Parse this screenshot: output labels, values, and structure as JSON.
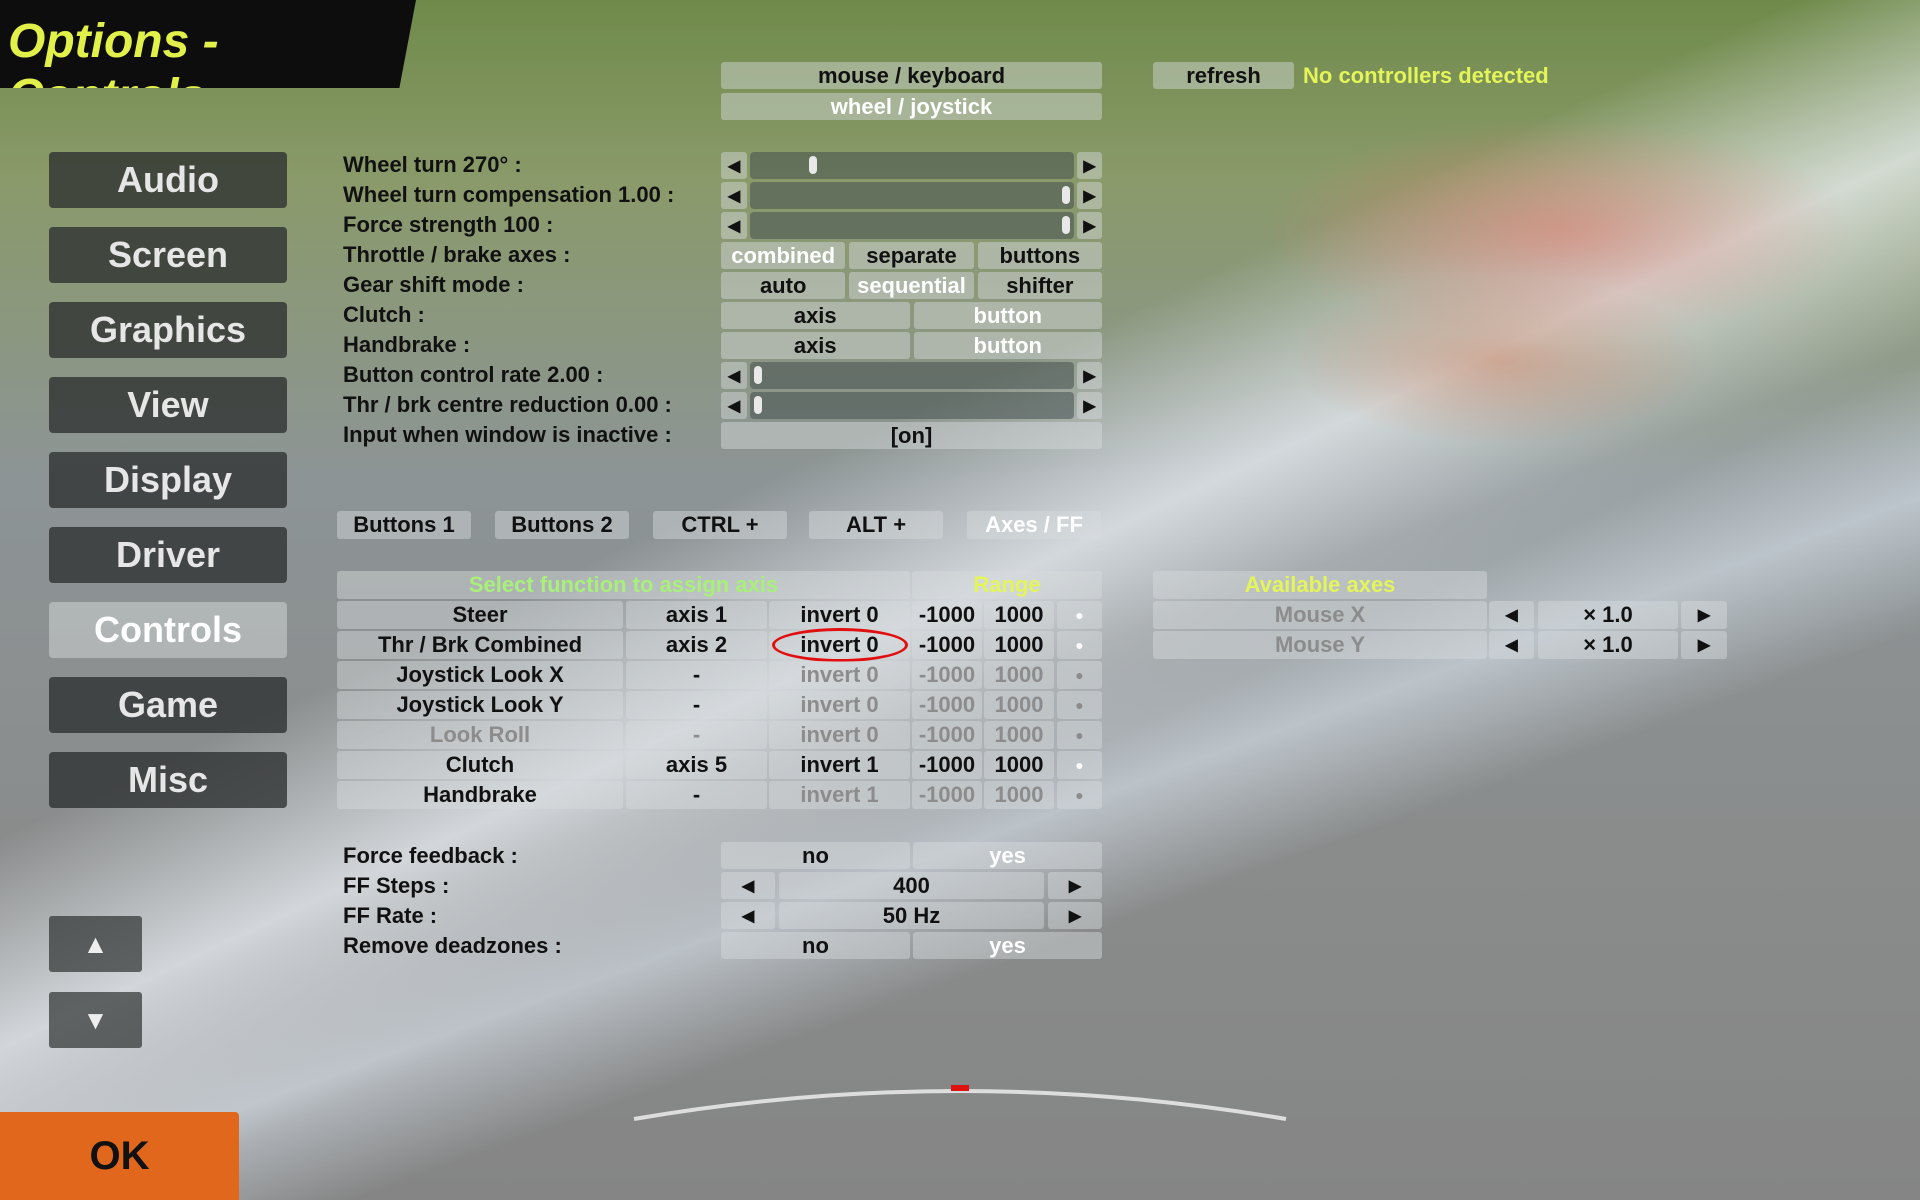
{
  "title": "Options - Controls",
  "sidebar": {
    "items": [
      {
        "label": "Audio"
      },
      {
        "label": "Screen"
      },
      {
        "label": "Graphics"
      },
      {
        "label": "View"
      },
      {
        "label": "Display"
      },
      {
        "label": "Driver"
      },
      {
        "label": "Controls",
        "active": true
      },
      {
        "label": "Game"
      },
      {
        "label": "Misc"
      }
    ],
    "up": "▲",
    "down": "▼",
    "ok": "OK"
  },
  "device": {
    "mouse_keyboard": "mouse / keyboard",
    "wheel_joystick": "wheel / joystick",
    "refresh": "refresh",
    "status": "No controllers detected"
  },
  "settings": {
    "wheel_turn": {
      "label": "Wheel turn 270° :",
      "value": 0.18
    },
    "wheel_comp": {
      "label": "Wheel turn compensation 1.00 :",
      "value": 1.0
    },
    "force_strength": {
      "label": "Force strength 100 :",
      "value": 1.0
    },
    "throttle": {
      "label": "Throttle / brake axes :",
      "options": [
        "combined",
        "separate",
        "buttons"
      ],
      "selected": 0
    },
    "gear": {
      "label": "Gear shift mode :",
      "options": [
        "auto",
        "sequential",
        "shifter"
      ],
      "selected": 1
    },
    "clutch": {
      "label": "Clutch :",
      "options": [
        "axis",
        "button"
      ],
      "selected": 1
    },
    "handbrake": {
      "label": "Handbrake :",
      "options": [
        "axis",
        "button"
      ],
      "selected": 1
    },
    "button_rate": {
      "label": "Button control rate 2.00 :",
      "value": 0.0
    },
    "centre_red": {
      "label": "Thr / brk centre reduction 0.00 :",
      "value": 0.0
    },
    "inactive": {
      "label": "Input when window is inactive :",
      "value": "[on]"
    },
    "left_arrow": "◀",
    "right_arrow": "▶"
  },
  "tabs": [
    {
      "label": "Buttons 1"
    },
    {
      "label": "Buttons 2"
    },
    {
      "label": "CTRL +"
    },
    {
      "label": "ALT +"
    },
    {
      "label": "Axes / FF",
      "active": true
    }
  ],
  "axes_table": {
    "header": "Select function to assign axis",
    "range_header": "Range",
    "rows": [
      {
        "name": "Steer",
        "axis": "axis 1",
        "invert": "invert 0",
        "min": "-1000",
        "max": "1000",
        "dot": "●",
        "state": "on"
      },
      {
        "name": "Thr / Brk Combined",
        "axis": "axis 2",
        "invert": "invert 0",
        "min": "-1000",
        "max": "1000",
        "dot": "●",
        "state": "on",
        "highlight": true
      },
      {
        "name": "Joystick Look X",
        "axis": "-",
        "invert": "invert 0",
        "min": "-1000",
        "max": "1000",
        "dot": "●",
        "state": "partial"
      },
      {
        "name": "Joystick Look Y",
        "axis": "-",
        "invert": "invert 0",
        "min": "-1000",
        "max": "1000",
        "dot": "●",
        "state": "partial"
      },
      {
        "name": "Look Roll",
        "axis": "-",
        "invert": "invert 0",
        "min": "-1000",
        "max": "1000",
        "dot": "●",
        "state": "off"
      },
      {
        "name": "Clutch",
        "axis": "axis 5",
        "invert": "invert 1",
        "min": "-1000",
        "max": "1000",
        "dot": "●",
        "state": "on"
      },
      {
        "name": "Handbrake",
        "axis": "-",
        "invert": "invert 1",
        "min": "-1000",
        "max": "1000",
        "dot": "●",
        "state": "partial"
      }
    ]
  },
  "available_axes": {
    "header": "Available axes",
    "rows": [
      {
        "name": "Mouse X",
        "scale": "× 1.0"
      },
      {
        "name": "Mouse Y",
        "scale": "× 1.0"
      }
    ]
  },
  "ff": {
    "force_feedback": {
      "label": "Force feedback :",
      "options": [
        "no",
        "yes"
      ],
      "selected": 1
    },
    "steps": {
      "label": "FF Steps :",
      "value": "400"
    },
    "rate": {
      "label": "FF Rate :",
      "value": "50 Hz"
    },
    "deadzones": {
      "label": "Remove deadzones :",
      "options": [
        "no",
        "yes"
      ],
      "selected": 1
    }
  },
  "colors": {
    "title": "#e2f04a",
    "ok": "#e0671c",
    "status": "#e4f55a",
    "header_green": "#a8f07a",
    "highlight": "#e01010"
  }
}
